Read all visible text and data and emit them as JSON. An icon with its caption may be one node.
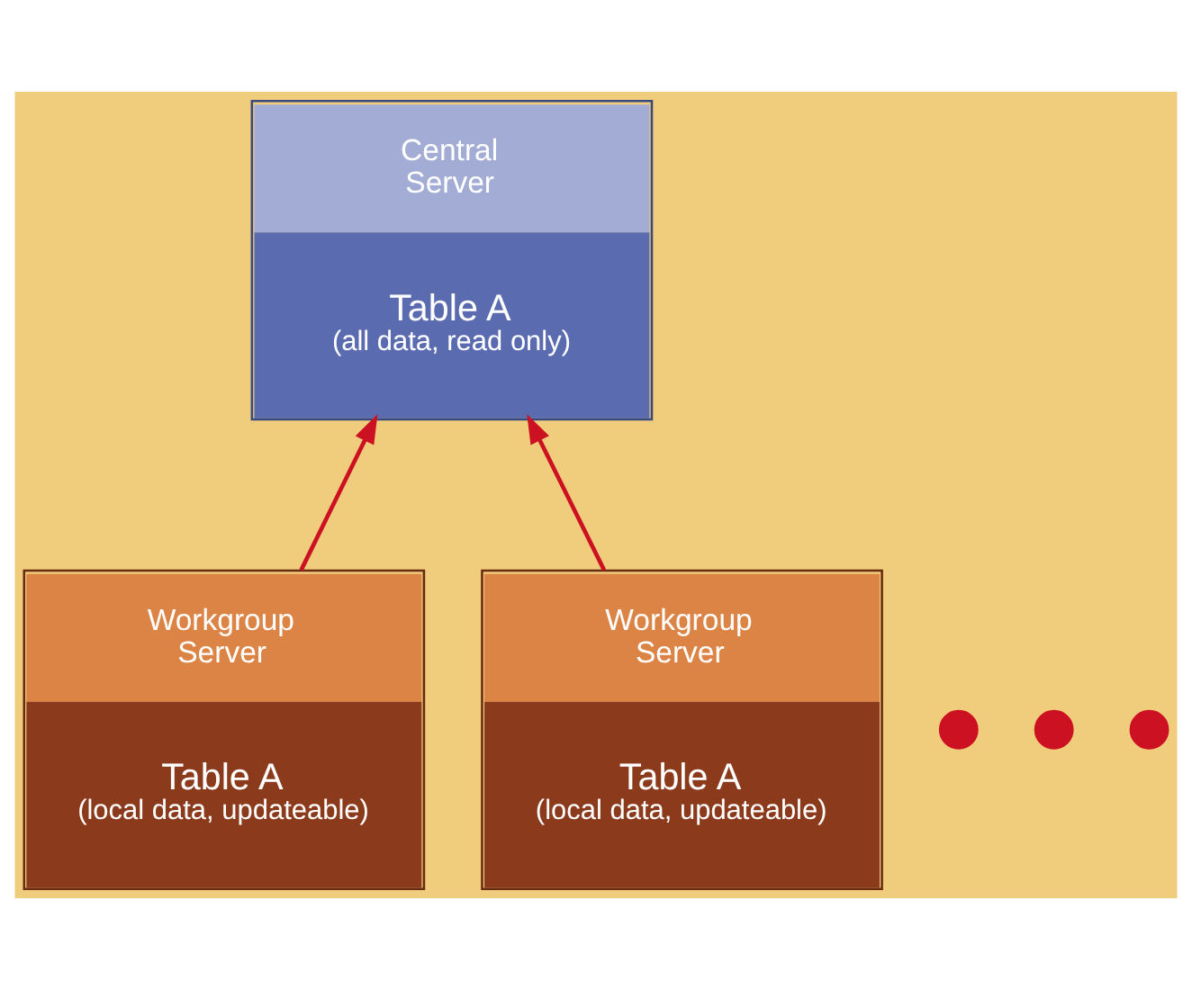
{
  "diagram": {
    "nodes": [
      {
        "text": [
          "Central Server",
          "Table A (all data, read only)"
        ]
      },
      {
        "text": [
          "Workgroup Server",
          "Table A (local data, updateable)"
        ]
      },
      {
        "text": [],
        "shape": "circle"
      },
      {
        "text": [],
        "shape": "circle"
      },
      {
        "text": [],
        "shape": "circle"
      },
      {
        "text": [
          "Workgroup Server",
          "Table A (local data, updateable)"
        ]
      }
    ],
    "edges": [
      {
        "from": 1,
        "to": 0,
        "arrow": "to"
      },
      {
        "from": 5,
        "to": 0,
        "arrow": "to"
      }
    ]
  }
}
